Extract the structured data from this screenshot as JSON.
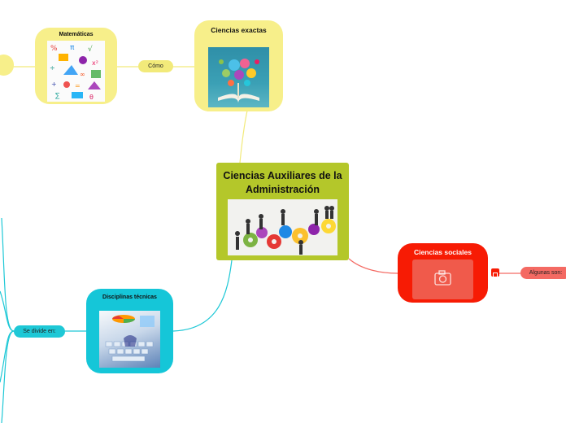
{
  "central": {
    "title": "Ciencias Auxiliares de la Administración",
    "image_icon": "gears-and-people-icon"
  },
  "exactas": {
    "title": "Ciencias exactas",
    "image_icon": "open-book-science-icon"
  },
  "matematicas": {
    "title": "Matemáticas",
    "image_icon": "math-symbols-icon"
  },
  "sociales": {
    "title": "Ciencias sociales",
    "image_icon": "camera-icon"
  },
  "disciplinas": {
    "title": "Disciplinas técnicas",
    "image_icon": "keyboard-chart-icon"
  },
  "labels": {
    "como": "Cómo",
    "algunas_son": "Algunas son:",
    "se_divide_en": "Se divide en:"
  },
  "colors": {
    "central": "#b4c72a",
    "yellow_topic": "#f7ef8a",
    "yellow_label": "#f2ea7a",
    "red_topic": "#f71b04",
    "red_label": "#f46a63",
    "cyan_topic": "#15c6d8",
    "cyan_label": "#1ec8d6"
  }
}
